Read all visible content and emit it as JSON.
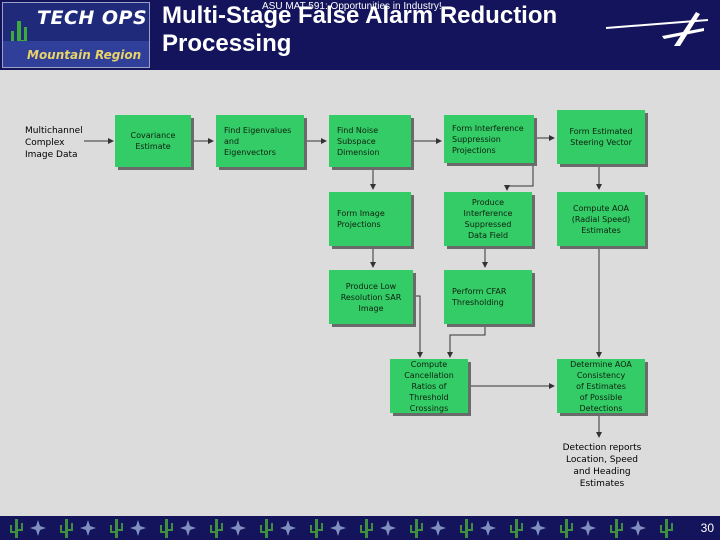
{
  "header": {
    "logo_top": "TECH OPS",
    "logo_bottom": "Mountain Region",
    "title_line1": "Multi-Stage False Alarm Reduction",
    "title_line2": "Processing",
    "overlay_text": "ASU MAT 591: Opportunities in Industry!",
    "brand_icon": "lockheed-star-icon"
  },
  "diagram": {
    "input_label": [
      "Multichannel",
      "Complex",
      "Image Data"
    ],
    "nodes": {
      "covariance": [
        "Covariance",
        "Estimate"
      ],
      "eigen": [
        "Find Eigenvalues",
        "and",
        "Eigenvectors"
      ],
      "noise": [
        "Find Noise",
        "Subspace",
        "Dimension"
      ],
      "interference_proj": [
        "Form Interference",
        "Suppression",
        "Projections"
      ],
      "steering": [
        "Form Estimated",
        "Steering Vector"
      ],
      "image_proj": [
        "Form Image",
        "Projections"
      ],
      "suppressed_field": [
        "Produce",
        "Interference",
        "Suppressed",
        "Data Field"
      ],
      "aoa": [
        "Compute AOA",
        "(Radial Speed)",
        "Estimates"
      ],
      "low_res": [
        "Produce Low",
        "Resolution SAR",
        "Image"
      ],
      "cfar": [
        "Perform CFAR",
        "Thresholding"
      ],
      "cancellation": [
        "Compute",
        "Cancellation",
        "Ratios of",
        "Threshold",
        "Crossings"
      ],
      "consistency": [
        "Determine AOA",
        "Consistency",
        "of Estimates",
        "of Possible",
        "Detections"
      ]
    },
    "output_label": [
      "Detection reports",
      "Location, Speed",
      "and Heading",
      "Estimates"
    ],
    "box_color": "#33cc66"
  },
  "footer": {
    "page_number": "30",
    "decoration_icon": "cactus-icon"
  }
}
